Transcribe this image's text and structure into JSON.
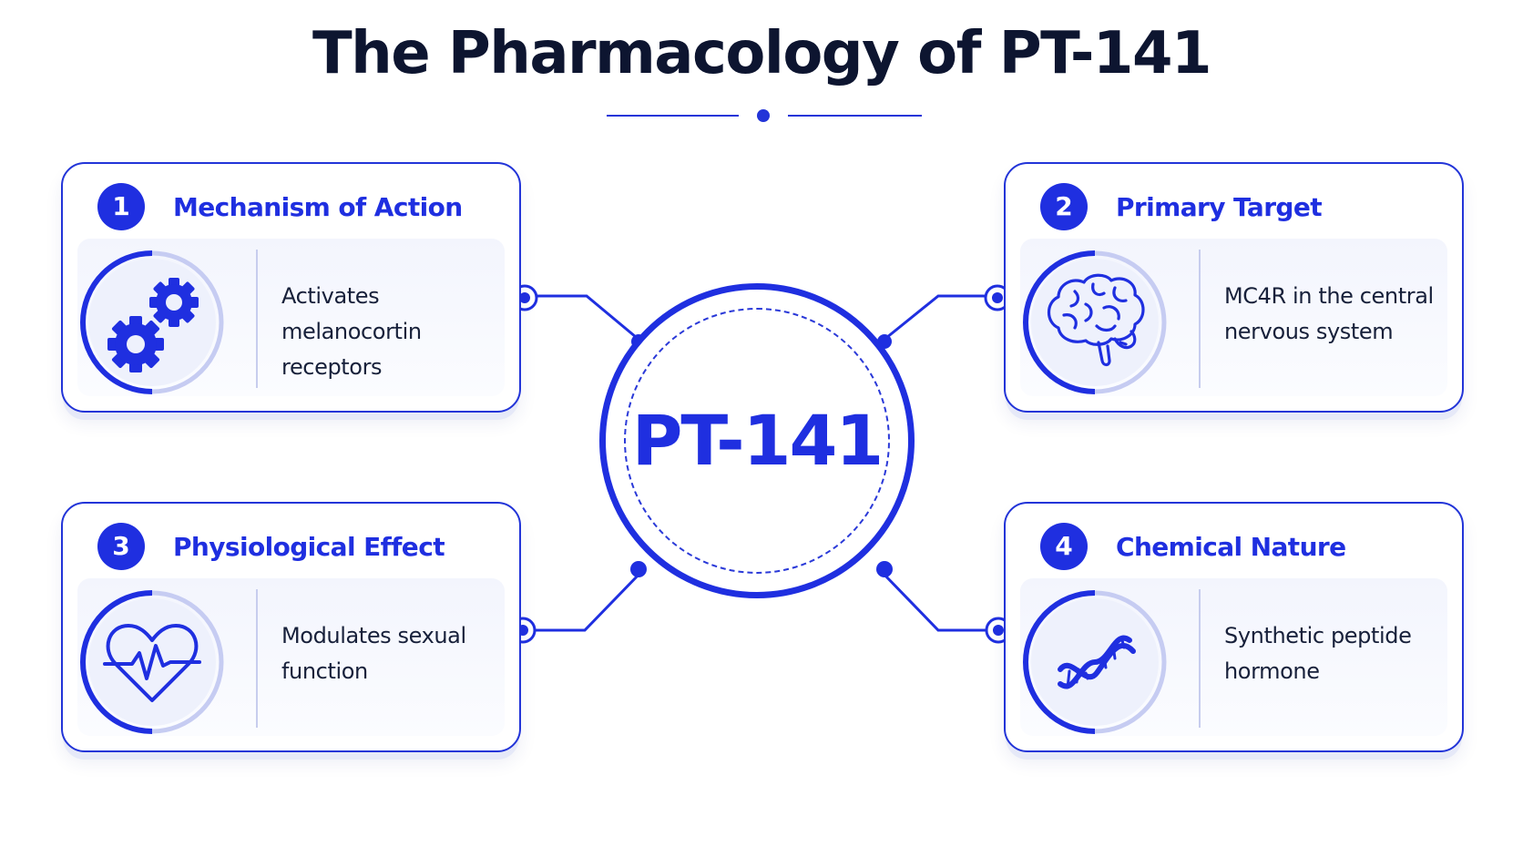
{
  "title": "The Pharmacology of PT-141",
  "hub": {
    "label": "PT-141"
  },
  "cards": [
    {
      "number": "1",
      "title": "Mechanism of Action",
      "description": "Activates melanocortin receptors",
      "icon": "gears-icon"
    },
    {
      "number": "2",
      "title": "Primary Target",
      "description": "MC4R in the central nervous system",
      "icon": "brain-icon"
    },
    {
      "number": "3",
      "title": "Physiological Effect",
      "description": "Modulates sexual function",
      "icon": "heart-pulse-icon"
    },
    {
      "number": "4",
      "title": "Chemical Nature",
      "description": "Synthetic peptide hormone",
      "icon": "dna-icon"
    }
  ],
  "colors": {
    "accent": "#1f2fe0",
    "title_text": "#0d1530",
    "body_text": "#17203a",
    "panel": "#f3f5fd"
  }
}
